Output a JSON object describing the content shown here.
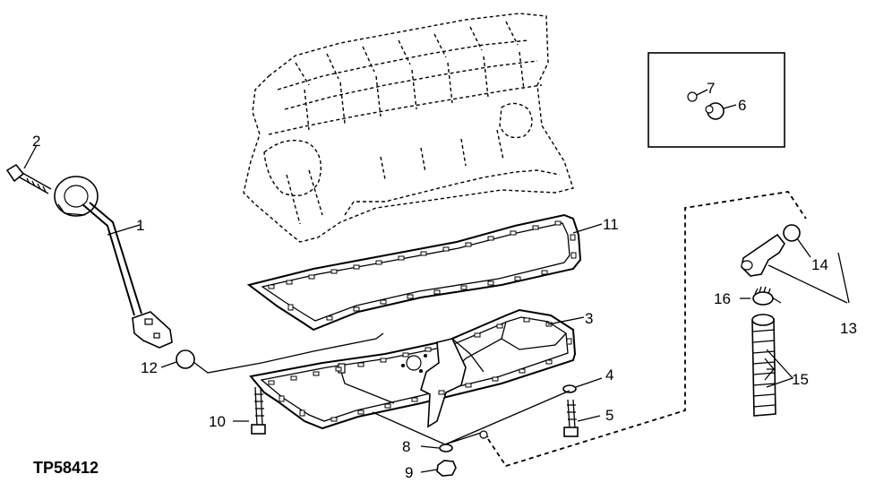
{
  "figure_id": "TP58412",
  "callouts": {
    "c1": "1",
    "c2": "2",
    "c3": "3",
    "c4": "4",
    "c5": "5",
    "c6": "6",
    "c7": "7",
    "c8": "8",
    "c9": "9",
    "c10": "10",
    "c11": "11",
    "c12": "12",
    "c13": "13",
    "c14": "14",
    "c15": "15",
    "c16": "16"
  }
}
